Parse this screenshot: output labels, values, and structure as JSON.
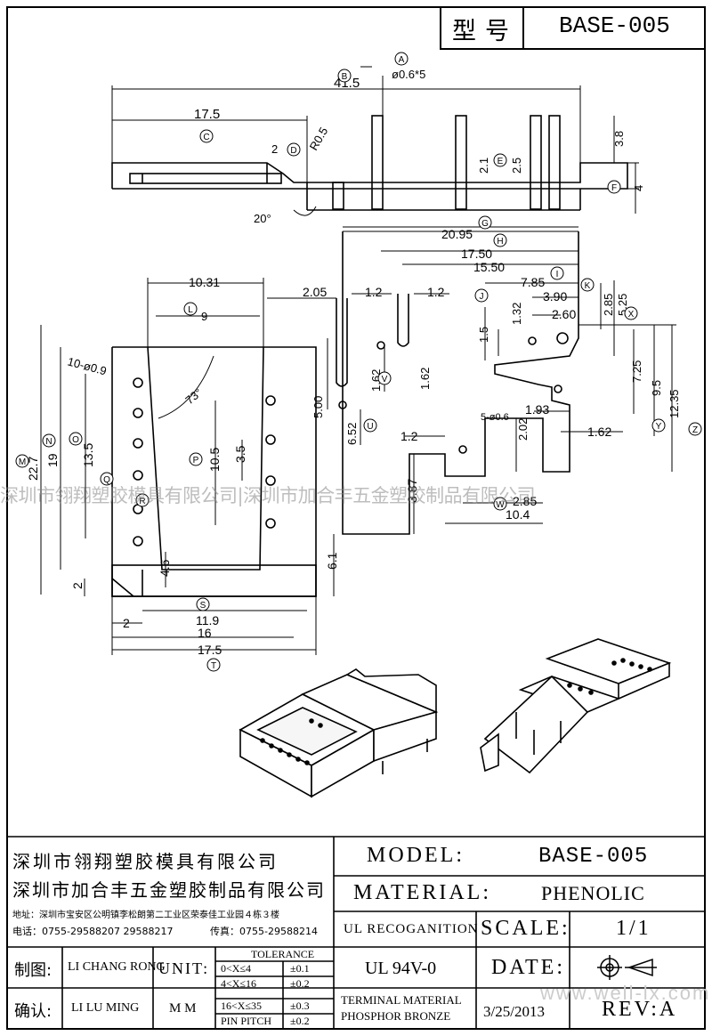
{
  "header": {
    "model_label": "型号",
    "model_value": "BASE-005"
  },
  "drawing": {
    "circle_labels": [
      "A",
      "B",
      "C",
      "D",
      "E",
      "F",
      "G",
      "H",
      "I",
      "J",
      "K",
      "X",
      "L",
      "M",
      "N",
      "O",
      "P",
      "Q",
      "R",
      "S",
      "T",
      "U",
      "V",
      "W",
      "Y",
      "Z"
    ],
    "dims": {
      "pin_spec": "ø0.6*5",
      "overall_length": "41.5",
      "body_length": "17.5",
      "d_2": "2",
      "r05": "R0.5",
      "e_21": "2.1",
      "e_25": "2.5",
      "h_38": "3.8",
      "h_4": "4",
      "angle_20": "20°",
      "g_2095": "20.95",
      "h_1750": "17.50",
      "h_1550": "15.50",
      "w_1031": "10.31",
      "w_9": "9",
      "w_205": "2.05",
      "w_12a": "1.2",
      "w_12b": "1.2",
      "i_785": "7.85",
      "i_390": "3.90",
      "i_132": "1.32",
      "i_260": "2.60",
      "k_285": "2.85",
      "k_525": "5.25",
      "v_15": "1.5",
      "v_725": "7.25",
      "v_95": "9.5",
      "v_1235": "12.35",
      "holes_spec": "10-ø0.9",
      "angle_73": "73°",
      "v_162a": "1.62",
      "v_162b": "1.62",
      "v_500": "5.00",
      "v_652": "6.52",
      "v_193": "1.93",
      "pins5": "5-ø0.6",
      "v_202": "2.02",
      "v_162c": "1.62",
      "v_227": "22.7",
      "v_19": "19",
      "v_135": "13.5",
      "v_105": "10.5",
      "v_35": "3.5",
      "v_12c": "1.2",
      "v_387": "3.87",
      "v_285b": "2.85",
      "v_104": "10.4",
      "v_61": "6.1",
      "v_46": "4.6",
      "v_2b": "2",
      "w_2": "2",
      "w_119": "11.9",
      "w_16": "16",
      "w_175": "17.5"
    }
  },
  "watermark": {
    "text": "深圳市翎翔塑胶模具有限公司|深圳市加合丰五金塑胶制品有限公司",
    "site": "www.well-lx.com"
  },
  "title_block": {
    "company1": "深圳市翎翔塑胶模具有限公司",
    "company2": "深圳市加合丰五金塑胶制品有限公司",
    "address": "地址：深圳市宝安区公明镇李松朗第二工业区荣泰佳工业园４栋３楼",
    "phone": "电话：0755-29588207  29588217",
    "fax": "传真：0755-29588214",
    "model_label": "MODEL:",
    "model_value": "BASE-005",
    "material_label": "MATERIAL:",
    "material_value": "PHENOLIC",
    "ul_label": "UL RECOGANITION",
    "ul_value": "UL 94V-0",
    "scale_label": "SCALE:",
    "scale_value": "1/1",
    "date_label": "DATE:",
    "date_value": "3/25/2013",
    "terminal_label1": "TERMINAL MATERIAL",
    "terminal_label2": "PHOSPHOR  BRONZE",
    "rev_label": "REV:A",
    "drawn_label": "制图:",
    "drawn_value": "LI CHANG RONG",
    "approved_label": "确认:",
    "approved_value": "LI LU MING",
    "unit_label": "UNIT:",
    "unit_value": "M M",
    "tolerance_title": "TOLERANCE",
    "tolerance_rows": [
      {
        "range": "0<X≤4",
        "tol": "±0.1"
      },
      {
        "range": "4<X≤16",
        "tol": "±0.2"
      },
      {
        "range": "16<X≤35",
        "tol": "±0.3"
      },
      {
        "range": "PIN PITCH",
        "tol": "±0.2"
      }
    ]
  }
}
